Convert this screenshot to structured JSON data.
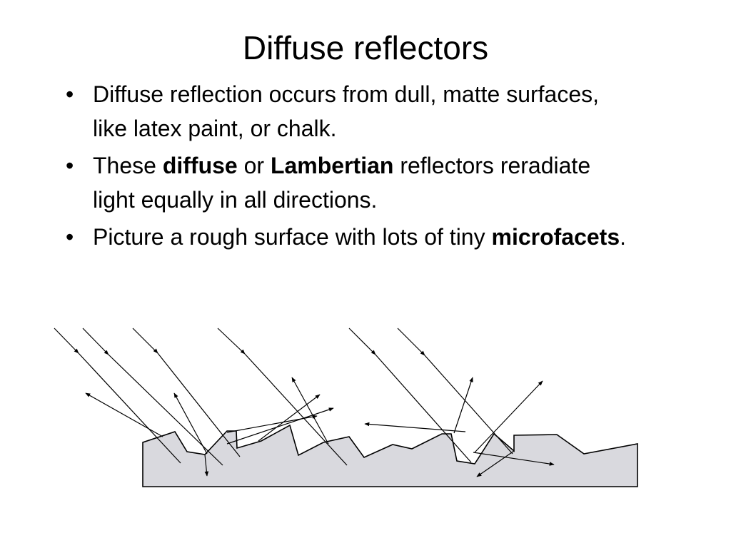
{
  "slide": {
    "title": "Diffuse reflectors",
    "bullets": [
      {
        "parts": [
          {
            "text": "Diffuse reflection occurs from dull, matte surfaces, like latex paint, or chalk.",
            "bold": false
          }
        ]
      },
      {
        "parts": [
          {
            "text": "These ",
            "bold": false
          },
          {
            "text": "diffuse",
            "bold": true
          },
          {
            "text": " or ",
            "bold": false
          },
          {
            "text": "Lambertian",
            "bold": true
          },
          {
            "text": " reflectors reradiate light equally in all directions.",
            "bold": false
          }
        ]
      },
      {
        "parts": [
          {
            "text": "Picture a rough surface with lots of tiny ",
            "bold": false
          },
          {
            "text": "microfacets",
            "bold": true
          },
          {
            "text": ".",
            "bold": false
          }
        ]
      }
    ]
  },
  "diagram": {
    "surface_fill": "#d9d9de",
    "line_color": "#000000"
  }
}
